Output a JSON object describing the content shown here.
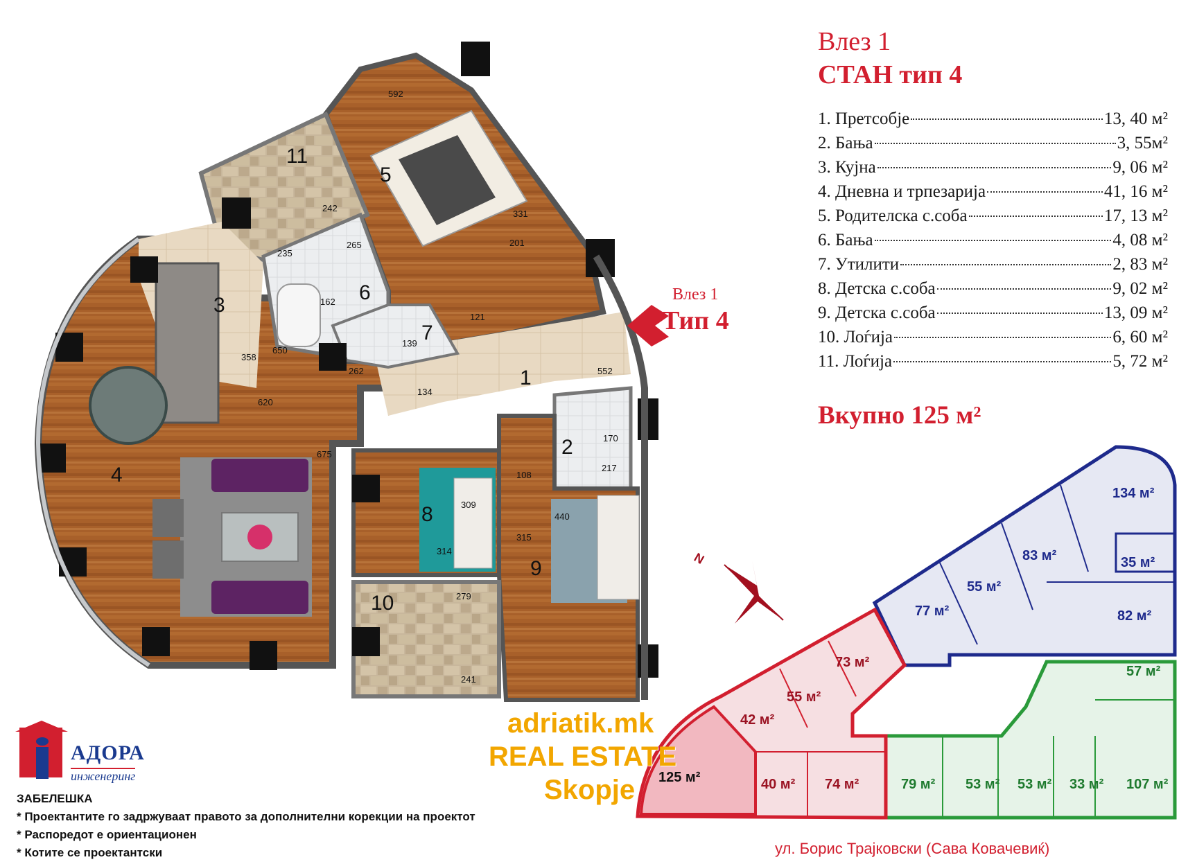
{
  "entry": {
    "title": "Влез 1",
    "subtitle": "СТАН тип 4"
  },
  "rooms": [
    {
      "name": "1. Претсобје",
      "area": "13, 40 м²"
    },
    {
      "name": "2. Бања",
      "area": "3, 55м²"
    },
    {
      "name": "3. Кујна",
      "area": "9, 06 м²"
    },
    {
      "name": "4. Дневна и трпезарија",
      "area": "41, 16 м²"
    },
    {
      "name": "5. Родителска с.соба",
      "area": "17, 13 м²"
    },
    {
      "name": "6. Бања",
      "area": "4, 08 м²"
    },
    {
      "name": "7. Утилити",
      "area": "2, 83 м²"
    },
    {
      "name": "8. Детска с.соба",
      "area": "9, 02 м²"
    },
    {
      "name": "9. Детска с.соба",
      "area": "13, 09 м²"
    },
    {
      "name": "10. Лоѓија",
      "area": "6, 60 м²"
    },
    {
      "name": "11. Лоѓија",
      "area": "5, 72 м²"
    }
  ],
  "total": "Вкупно  125 м²",
  "plan": {
    "entrance_label": "Влез 1",
    "entrance_type": "Тип 4",
    "room_numbers": [
      "1",
      "2",
      "3",
      "4",
      "5",
      "6",
      "7",
      "8",
      "9",
      "10",
      "11"
    ],
    "dimensions": [
      "592",
      "331",
      "201",
      "242",
      "235",
      "265",
      "162",
      "650",
      "358",
      "620",
      "121",
      "139",
      "262",
      "134",
      "552",
      "675",
      "170",
      "217",
      "108",
      "309",
      "314",
      "315",
      "440",
      "279",
      "241"
    ]
  },
  "site": {
    "north": "N",
    "units": [
      "134 м²",
      "83 м²",
      "35 м²",
      "55 м²",
      "77 м²",
      "82 м²",
      "73 м²",
      "55 м²",
      "42 м²",
      "57 м²",
      "125 м²",
      "40 м²",
      "74 м²",
      "79 м²",
      "53 м²",
      "53 м²",
      "33 м²",
      "107 м²"
    ],
    "colors": {
      "blue": "#1e2a8c",
      "red": "#d21f2f",
      "green": "#2a9a3a"
    }
  },
  "logo": {
    "name": "АДОРА",
    "subtitle": "инженеринг"
  },
  "notes": {
    "heading": "ЗАБЕЛЕШКА",
    "items": [
      "* Проектантите го задржуваат правото за дополнителни корекции на проектот",
      "* Распоредот е ориентационен",
      "* Котите се проектантски"
    ]
  },
  "watermark": {
    "line1": "adriatik.mk",
    "line2": "REAL ESTATE",
    "line3": "Skopje"
  },
  "street": "ул. Борис Трајковски (Сава Ковачевиќ)"
}
